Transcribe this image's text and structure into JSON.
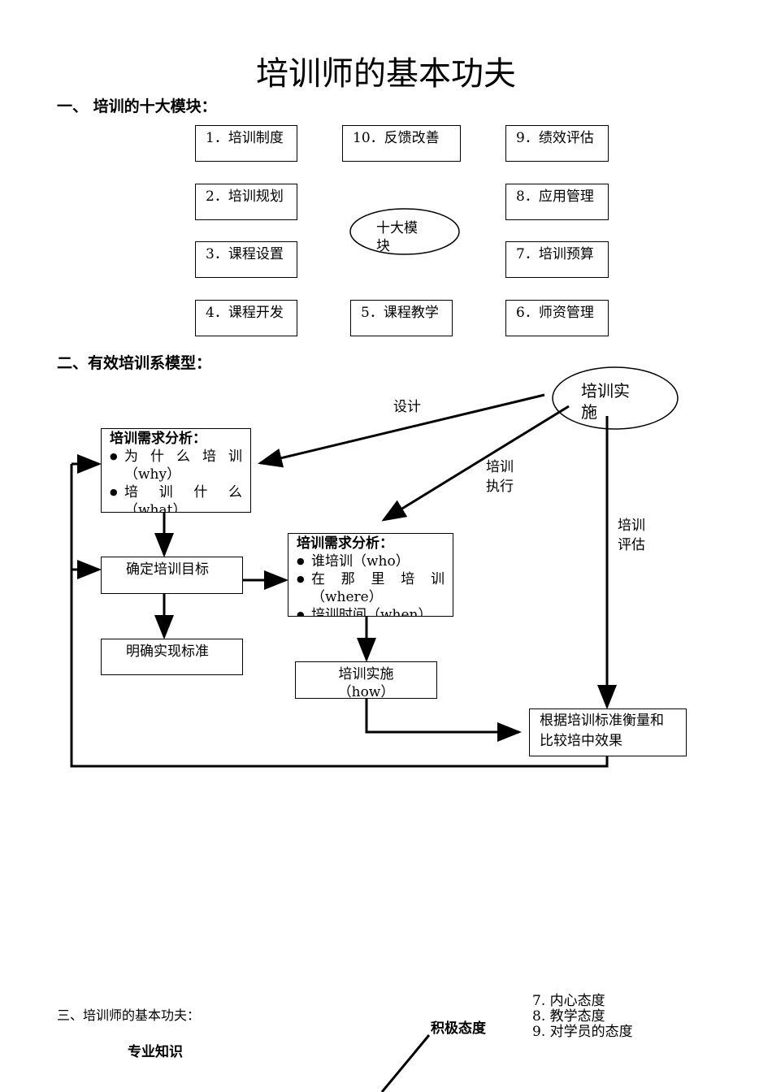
{
  "title": "培训师的基本功夫",
  "section1": {
    "heading": "一、  培训的十大模块：",
    "center": "十大模块",
    "modules": [
      "1．培训制度",
      "2．培训规划",
      "3．课程设置",
      "4．课程开发",
      "5．课程教学",
      "6．师资管理",
      "7．培训预算",
      "8．应用管理",
      "9．绩效评估",
      "10．反馈改善"
    ]
  },
  "section2": {
    "heading": "二、有效培训系模型：",
    "top_node": "培训实施",
    "edge_labels": {
      "design": "设计",
      "execute": "培训执行",
      "evaluate": "培训评估"
    },
    "box_a": {
      "title": "培训需求分析：",
      "items": [
        {
          "text": "为什么培训",
          "en": "（why）"
        },
        {
          "text": "培训什么",
          "en": "（what）"
        }
      ]
    },
    "box_b": "确定培训目标",
    "box_c": {
      "title": "培训需求分析：",
      "items": [
        "谁培训（who）",
        {
          "text": "在那里培训",
          "en": "（where）"
        },
        "培训时间（when）"
      ]
    },
    "box_d": "明确实现标准",
    "box_e": "培训实施（how）",
    "box_f": "根据培训标准衡量和比较培中效果"
  },
  "section3": {
    "heading": "三、培训师的基本功夫：",
    "node_knowledge": "专业知识",
    "node_attitude": "积极态度",
    "attitude_list": [
      "7. 内心态度",
      "8. 教学态度",
      "9. 对学员的态度"
    ]
  }
}
